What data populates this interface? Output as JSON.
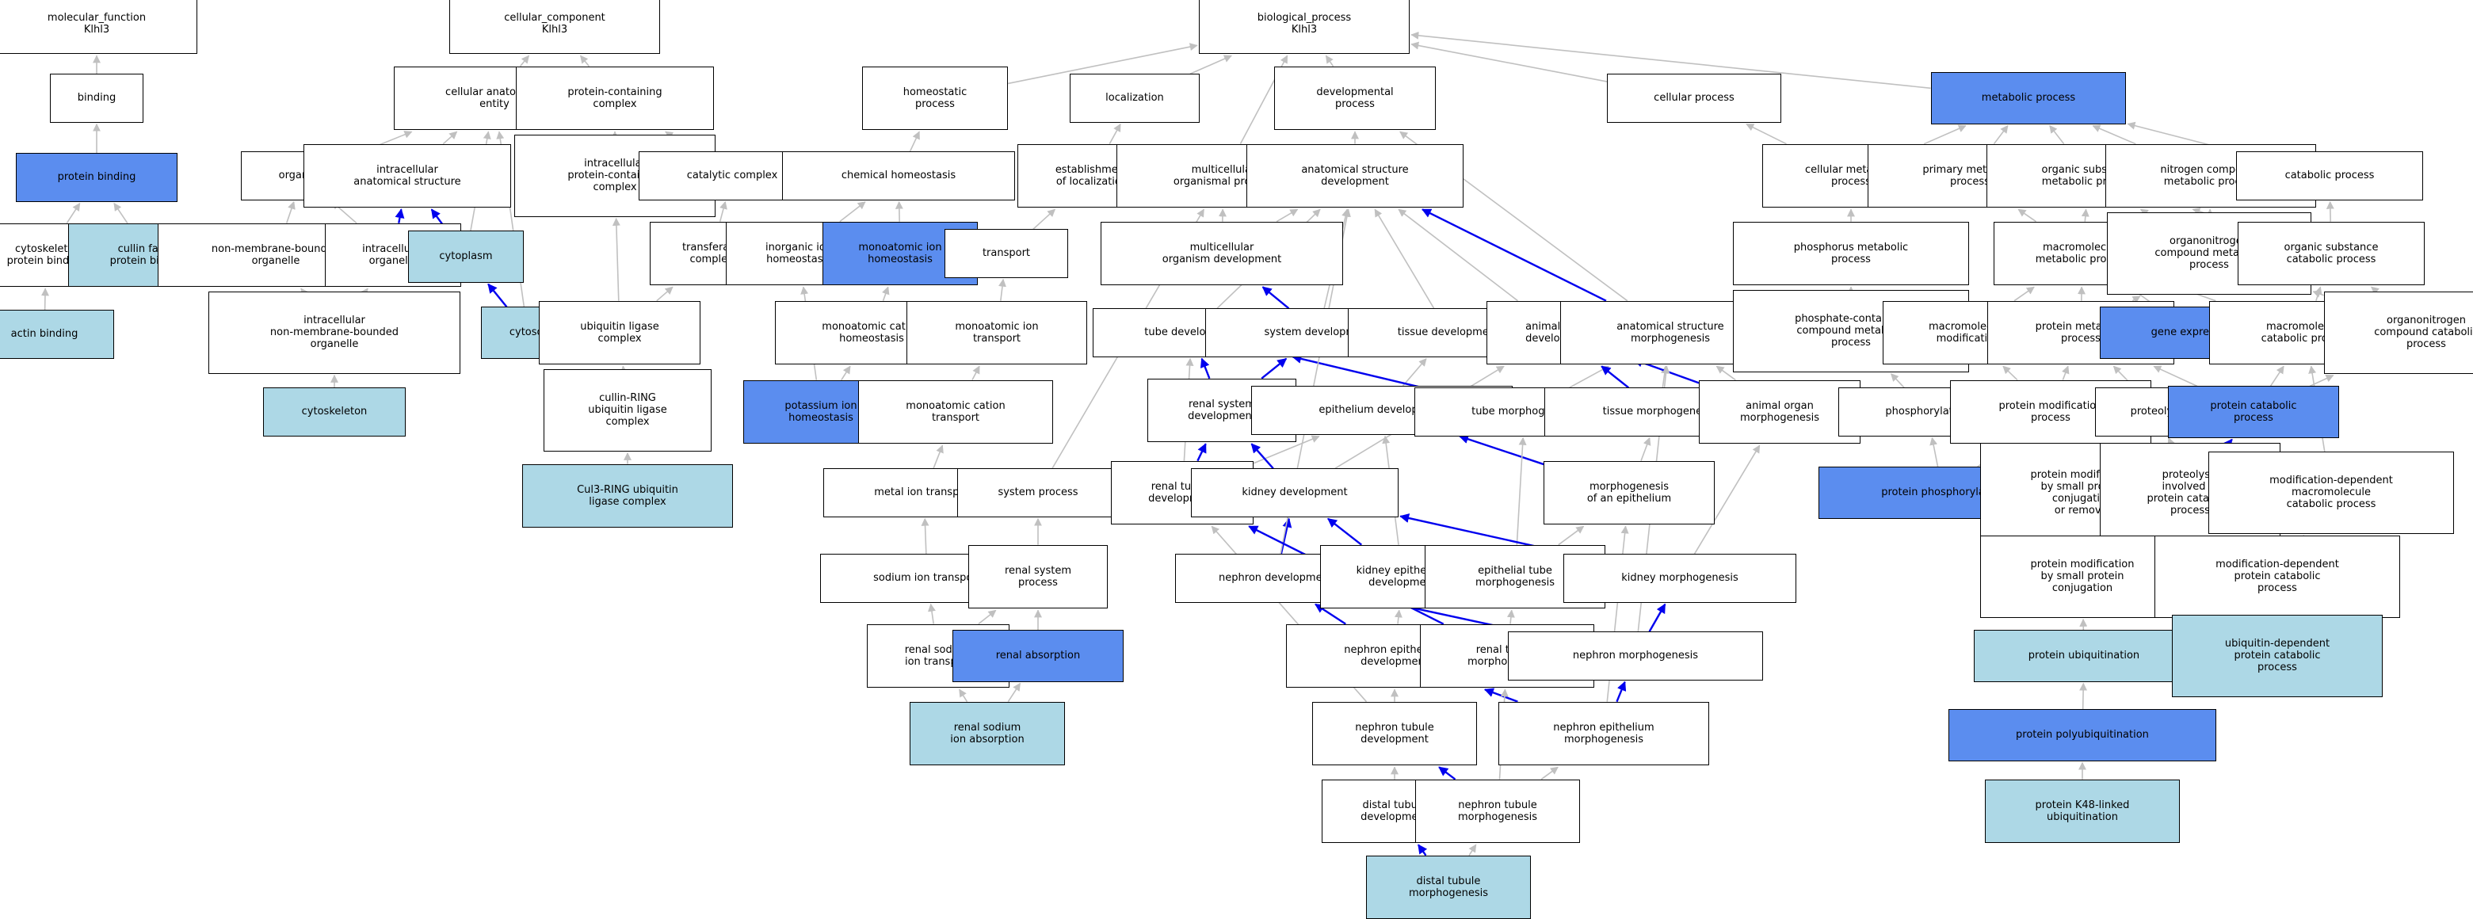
{
  "colors": {
    "plain": "#ffffff",
    "dark": "#5b8def",
    "light": "#add8e6",
    "edge_gray": "#c0c0c0",
    "edge_blue": "#0000ee",
    "border": "#000000"
  },
  "nodes": {
    "mf": {
      "label": "molecular_function\nKlhl3",
      "style": "plain"
    },
    "binding": {
      "label": "binding",
      "style": "plain"
    },
    "protein_binding": {
      "label": "protein binding",
      "style": "dark"
    },
    "cyto_protein_binding": {
      "label": "cytoskeletal\nprotein binding",
      "style": "plain"
    },
    "cullin_binding": {
      "label": "cullin family\nprotein binding",
      "style": "light"
    },
    "actin_binding": {
      "label": "actin binding",
      "style": "light"
    },
    "cc": {
      "label": "cellular_component\nKlhl3",
      "style": "plain"
    },
    "cae": {
      "label": "cellular anatomical\nentity",
      "style": "plain"
    },
    "pcc": {
      "label": "protein-containing\ncomplex",
      "style": "plain"
    },
    "organelle": {
      "label": "organelle",
      "style": "plain"
    },
    "ias": {
      "label": "intracellular\nanatomical structure",
      "style": "plain"
    },
    "nmbo": {
      "label": "non-membrane-bounded\norganelle",
      "style": "plain"
    },
    "io": {
      "label": "intracellular\norganelle",
      "style": "plain"
    },
    "cytoplasm": {
      "label": "cytoplasm",
      "style": "light"
    },
    "inmbo": {
      "label": "intracellular\nnon-membrane-bounded\norganelle",
      "style": "plain"
    },
    "cytosol": {
      "label": "cytosol",
      "style": "light"
    },
    "cytoskeleton": {
      "label": "cytoskeleton",
      "style": "light"
    },
    "ipcc": {
      "label": "intracellular\nprotein-containing\ncomplex",
      "style": "plain"
    },
    "catalytic": {
      "label": "catalytic complex",
      "style": "plain"
    },
    "transferase": {
      "label": "transferase\ncomplex",
      "style": "plain"
    },
    "ubl_complex": {
      "label": "ubiquitin ligase\ncomplex",
      "style": "plain"
    },
    "cullin_ring": {
      "label": "cullin-RING\nubiquitin ligase\ncomplex",
      "style": "plain"
    },
    "cul3": {
      "label": "Cul3-RING ubiquitin\nligase complex",
      "style": "light"
    },
    "bp": {
      "label": "biological_process\nKlhl3",
      "style": "plain"
    },
    "homeostatic": {
      "label": "homeostatic\nprocess",
      "style": "plain"
    },
    "localization": {
      "label": "localization",
      "style": "plain"
    },
    "developmental": {
      "label": "developmental\nprocess",
      "style": "plain"
    },
    "cellular_process": {
      "label": "cellular process",
      "style": "plain"
    },
    "metabolic": {
      "label": "metabolic process",
      "style": "dark"
    },
    "chem_homeo": {
      "label": "chemical homeostasis",
      "style": "plain"
    },
    "est_loc": {
      "label": "establishment\nof localization",
      "style": "plain"
    },
    "multi_org": {
      "label": "multicellular\norganismal process",
      "style": "plain"
    },
    "asd": {
      "label": "anatomical structure\ndevelopment",
      "style": "plain"
    },
    "cell_metab": {
      "label": "cellular metabolic\nprocess",
      "style": "plain"
    },
    "prim_metab": {
      "label": "primary metabolic\nprocess",
      "style": "plain"
    },
    "osmp": {
      "label": "organic substance\nmetabolic process",
      "style": "plain"
    },
    "ncmp": {
      "label": "nitrogen compound\nmetabolic process",
      "style": "plain"
    },
    "catabolic": {
      "label": "catabolic process",
      "style": "plain"
    },
    "inorg_ion": {
      "label": "inorganic ion\nhomeostasis",
      "style": "plain"
    },
    "mono_ion_h": {
      "label": "monoatomic ion\nhomeostasis",
      "style": "dark"
    },
    "transport": {
      "label": "transport",
      "style": "plain"
    },
    "mod": {
      "label": "multicellular\norganism development",
      "style": "plain"
    },
    "phos_metab": {
      "label": "phosphorus metabolic\nprocess",
      "style": "plain"
    },
    "macro_metab": {
      "label": "macromolecule\nmetabolic process",
      "style": "plain"
    },
    "orgn_metab": {
      "label": "organonitrogen\ncompound metabolic\nprocess",
      "style": "plain"
    },
    "osc": {
      "label": "organic substance\ncatabolic process",
      "style": "plain"
    },
    "mono_cat_h": {
      "label": "monoatomic cation\nhomeostasis",
      "style": "plain"
    },
    "mono_ion_t": {
      "label": "monoatomic ion\ntransport",
      "style": "plain"
    },
    "tube_dev": {
      "label": "tube development",
      "style": "plain"
    },
    "sys_dev": {
      "label": "system development",
      "style": "plain"
    },
    "tissue_dev": {
      "label": "tissue development",
      "style": "plain"
    },
    "animal_organ_dev": {
      "label": "animal organ\ndevelopment",
      "style": "plain"
    },
    "asm": {
      "label": "anatomical structure\nmorphogenesis",
      "style": "plain"
    },
    "pccmp": {
      "label": "phosphate-containing\ncompound metabolic\nprocess",
      "style": "plain"
    },
    "macro_mod": {
      "label": "macromolecule\nmodification",
      "style": "plain"
    },
    "prot_metab": {
      "label": "protein metabolic\nprocess",
      "style": "plain"
    },
    "gene_expr": {
      "label": "gene expression",
      "style": "dark"
    },
    "macro_cat": {
      "label": "macromolecule\ncatabolic process",
      "style": "plain"
    },
    "orgn_cat": {
      "label": "organonitrogen\ncompound catabolic\nprocess",
      "style": "plain"
    },
    "k_homeo": {
      "label": "potassium ion\nhomeostasis",
      "style": "dark"
    },
    "mono_cat_t": {
      "label": "monoatomic cation\ntransport",
      "style": "plain"
    },
    "renal_sys_dev": {
      "label": "renal system\ndevelopment",
      "style": "plain"
    },
    "epi_dev": {
      "label": "epithelium development",
      "style": "plain"
    },
    "tube_morph": {
      "label": "tube morphogenesis",
      "style": "plain"
    },
    "tissue_morph": {
      "label": "tissue morphogenesis",
      "style": "plain"
    },
    "animal_organ_morph": {
      "label": "animal organ\nmorphogenesis",
      "style": "plain"
    },
    "phosphorylation": {
      "label": "phosphorylation",
      "style": "plain"
    },
    "prot_mod": {
      "label": "protein modification\nprocess",
      "style": "plain"
    },
    "proteolysis": {
      "label": "proteolysis",
      "style": "plain"
    },
    "prot_cat": {
      "label": "protein catabolic\nprocess",
      "style": "dark"
    },
    "metal_ion_t": {
      "label": "metal ion transport",
      "style": "plain"
    },
    "sys_proc": {
      "label": "system process",
      "style": "plain"
    },
    "renal_tubule_dev": {
      "label": "renal tubule\ndevelopment",
      "style": "plain"
    },
    "kidney_dev": {
      "label": "kidney development",
      "style": "plain"
    },
    "morph_epi": {
      "label": "morphogenesis\nof an epithelium",
      "style": "plain"
    },
    "prot_phos": {
      "label": "protein phosphorylation",
      "style": "dark"
    },
    "pmsp": {
      "label": "protein modification\nby small protein\nconjugation\nor removal",
      "style": "plain"
    },
    "prot_icp": {
      "label": "proteolysis\ninvolved in\nprotein catabolic\nprocess",
      "style": "plain"
    },
    "mod_dep_macro": {
      "label": "modification-dependent\nmacromolecule\ncatabolic process",
      "style": "plain"
    },
    "na_ion_t": {
      "label": "sodium ion transport",
      "style": "plain"
    },
    "renal_sys_proc": {
      "label": "renal system\nprocess",
      "style": "plain"
    },
    "nephron_dev": {
      "label": "nephron development",
      "style": "plain"
    },
    "kidney_epi_dev": {
      "label": "kidney epithelium\ndevelopment",
      "style": "plain"
    },
    "epi_tube_morph": {
      "label": "epithelial tube\nmorphogenesis",
      "style": "plain"
    },
    "kidney_morph": {
      "label": "kidney morphogenesis",
      "style": "plain"
    },
    "pmsc": {
      "label": "protein modification\nby small protein\nconjugation",
      "style": "plain"
    },
    "mod_dep_prot": {
      "label": "modification-dependent\nprotein catabolic\nprocess",
      "style": "plain"
    },
    "renal_na_t": {
      "label": "renal sodium\nion transport",
      "style": "plain"
    },
    "renal_abs": {
      "label": "renal absorption",
      "style": "dark"
    },
    "nephron_epi_dev": {
      "label": "nephron epithelium\ndevelopment",
      "style": "plain"
    },
    "renal_tubule_morph": {
      "label": "renal tubule\nmorphogenesis",
      "style": "plain"
    },
    "nephron_morph": {
      "label": "nephron morphogenesis",
      "style": "plain"
    },
    "prot_ubiq": {
      "label": "protein ubiquitination",
      "style": "light"
    },
    "ubiq_dep": {
      "label": "ubiquitin-dependent\nprotein catabolic\nprocess",
      "style": "light"
    },
    "renal_na_abs": {
      "label": "renal sodium\nion absorption",
      "style": "light"
    },
    "nephron_tubule_dev": {
      "label": "nephron tubule\ndevelopment",
      "style": "plain"
    },
    "nephron_epi_morph": {
      "label": "nephron epithelium\nmorphogenesis",
      "style": "plain"
    },
    "prot_polyubiq": {
      "label": "protein polyubiquitination",
      "style": "dark"
    },
    "distal_tubule_dev": {
      "label": "distal tubule\ndevelopment",
      "style": "plain"
    },
    "nephron_tubule_morph": {
      "label": "nephron tubule\nmorphogenesis",
      "style": "plain"
    },
    "k48": {
      "label": "protein K48-linked\nubiquitination",
      "style": "light"
    },
    "distal_tubule_morph": {
      "label": "distal tubule\nmorphogenesis",
      "style": "light"
    }
  },
  "edges": [
    [
      "binding",
      "mf",
      "gray"
    ],
    [
      "protein_binding",
      "binding",
      "gray"
    ],
    [
      "cyto_protein_binding",
      "protein_binding",
      "gray"
    ],
    [
      "cullin_binding",
      "protein_binding",
      "gray"
    ],
    [
      "actin_binding",
      "cyto_protein_binding",
      "gray"
    ],
    [
      "cae",
      "cc",
      "gray"
    ],
    [
      "pcc",
      "cc",
      "gray"
    ],
    [
      "organelle",
      "cae",
      "gray"
    ],
    [
      "ias",
      "cae",
      "gray"
    ],
    [
      "cytoplasm",
      "cae",
      "gray"
    ],
    [
      "cytosol",
      "cae",
      "gray"
    ],
    [
      "nmbo",
      "organelle",
      "gray"
    ],
    [
      "io",
      "organelle",
      "gray"
    ],
    [
      "io",
      "ias",
      "blue"
    ],
    [
      "cytoplasm",
      "ias",
      "blue"
    ],
    [
      "inmbo",
      "nmbo",
      "gray"
    ],
    [
      "inmbo",
      "io",
      "gray"
    ],
    [
      "cytosol",
      "cytoplasm",
      "blue"
    ],
    [
      "cytoskeleton",
      "inmbo",
      "gray"
    ],
    [
      "ipcc",
      "pcc",
      "gray"
    ],
    [
      "catalytic",
      "pcc",
      "gray"
    ],
    [
      "transferase",
      "catalytic",
      "gray"
    ],
    [
      "ubl_complex",
      "ipcc",
      "gray"
    ],
    [
      "ubl_complex",
      "transferase",
      "gray"
    ],
    [
      "cullin_ring",
      "ubl_complex",
      "gray"
    ],
    [
      "cul3",
      "cullin_ring",
      "gray"
    ],
    [
      "homeostatic",
      "bp",
      "gray"
    ],
    [
      "localization",
      "bp",
      "gray"
    ],
    [
      "developmental",
      "bp",
      "gray"
    ],
    [
      "cellular_process",
      "bp",
      "gray"
    ],
    [
      "metabolic",
      "bp",
      "gray"
    ],
    [
      "multi_org",
      "bp",
      "gray"
    ],
    [
      "chem_homeo",
      "homeostatic",
      "gray"
    ],
    [
      "est_loc",
      "localization",
      "gray"
    ],
    [
      "asd",
      "developmental",
      "gray"
    ],
    [
      "cell_metab",
      "metabolic",
      "gray"
    ],
    [
      "cell_metab",
      "cellular_process",
      "gray"
    ],
    [
      "prim_metab",
      "metabolic",
      "gray"
    ],
    [
      "osmp",
      "metabolic",
      "gray"
    ],
    [
      "ncmp",
      "metabolic",
      "gray"
    ],
    [
      "catabolic",
      "metabolic",
      "gray"
    ],
    [
      "inorg_ion",
      "chem_homeo",
      "gray"
    ],
    [
      "mono_ion_h",
      "chem_homeo",
      "gray"
    ],
    [
      "transport",
      "est_loc",
      "gray"
    ],
    [
      "mod",
      "multi_org",
      "gray"
    ],
    [
      "mod",
      "asd",
      "gray"
    ],
    [
      "phos_metab",
      "cell_metab",
      "gray"
    ],
    [
      "macro_metab",
      "prim_metab",
      "gray"
    ],
    [
      "macro_metab",
      "osmp",
      "gray"
    ],
    [
      "orgn_metab",
      "osmp",
      "gray"
    ],
    [
      "orgn_metab",
      "ncmp",
      "gray"
    ],
    [
      "osc",
      "catabolic",
      "gray"
    ],
    [
      "osc",
      "osmp",
      "gray"
    ],
    [
      "mono_cat_h",
      "mono_ion_h",
      "gray"
    ],
    [
      "mono_ion_t",
      "transport",
      "gray"
    ],
    [
      "tube_dev",
      "asd",
      "gray"
    ],
    [
      "sys_dev",
      "mod",
      "blue"
    ],
    [
      "sys_dev",
      "asd",
      "gray"
    ],
    [
      "tissue_dev",
      "asd",
      "gray"
    ],
    [
      "animal_organ_dev",
      "asd",
      "gray"
    ],
    [
      "asm",
      "asd",
      "blue"
    ],
    [
      "asm",
      "developmental",
      "gray"
    ],
    [
      "pccmp",
      "phos_metab",
      "gray"
    ],
    [
      "macro_mod",
      "macro_metab",
      "gray"
    ],
    [
      "prot_metab",
      "macro_metab",
      "gray"
    ],
    [
      "prot_metab",
      "orgn_metab",
      "gray"
    ],
    [
      "gene_expr",
      "macro_metab",
      "gray"
    ],
    [
      "macro_cat",
      "macro_metab",
      "gray"
    ],
    [
      "macro_cat",
      "osc",
      "gray"
    ],
    [
      "orgn_cat",
      "orgn_metab",
      "gray"
    ],
    [
      "orgn_cat",
      "osc",
      "gray"
    ],
    [
      "k_homeo",
      "mono_cat_h",
      "gray"
    ],
    [
      "k_homeo",
      "inorg_ion",
      "gray"
    ],
    [
      "mono_cat_t",
      "mono_ion_t",
      "gray"
    ],
    [
      "renal_sys_dev",
      "tube_dev",
      "blue"
    ],
    [
      "renal_sys_dev",
      "sys_dev",
      "blue"
    ],
    [
      "epi_dev",
      "tissue_dev",
      "gray"
    ],
    [
      "tube_morph",
      "tube_dev",
      "blue"
    ],
    [
      "tube_morph",
      "asm",
      "gray"
    ],
    [
      "tissue_morph",
      "asm",
      "gray"
    ],
    [
      "tissue_morph",
      "animal_organ_dev",
      "blue"
    ],
    [
      "animal_organ_morph",
      "animal_organ_dev",
      "blue"
    ],
    [
      "animal_organ_morph",
      "asm",
      "gray"
    ],
    [
      "phosphorylation",
      "pccmp",
      "gray"
    ],
    [
      "prot_mod",
      "macro_mod",
      "gray"
    ],
    [
      "prot_mod",
      "prot_metab",
      "gray"
    ],
    [
      "proteolysis",
      "prot_metab",
      "gray"
    ],
    [
      "prot_cat",
      "prot_metab",
      "gray"
    ],
    [
      "prot_cat",
      "macro_cat",
      "gray"
    ],
    [
      "prot_cat",
      "orgn_cat",
      "gray"
    ],
    [
      "metal_ion_t",
      "mono_cat_t",
      "gray"
    ],
    [
      "sys_proc",
      "multi_org",
      "gray"
    ],
    [
      "renal_tubule_dev",
      "renal_sys_dev",
      "blue"
    ],
    [
      "renal_tubule_dev",
      "epi_dev",
      "gray"
    ],
    [
      "renal_tubule_dev",
      "tube_dev",
      "gray"
    ],
    [
      "kidney_dev",
      "renal_sys_dev",
      "blue"
    ],
    [
      "kidney_dev",
      "animal_organ_dev",
      "gray"
    ],
    [
      "morph_epi",
      "epi_dev",
      "blue"
    ],
    [
      "morph_epi",
      "tissue_morph",
      "gray"
    ],
    [
      "prot_phos",
      "phosphorylation",
      "gray"
    ],
    [
      "prot_phos",
      "prot_mod",
      "gray"
    ],
    [
      "pmsp",
      "prot_mod",
      "gray"
    ],
    [
      "prot_icp",
      "prot_cat",
      "blue"
    ],
    [
      "prot_icp",
      "proteolysis",
      "gray"
    ],
    [
      "mod_dep_macro",
      "macro_cat",
      "gray"
    ],
    [
      "na_ion_t",
      "metal_ion_t",
      "gray"
    ],
    [
      "renal_sys_proc",
      "sys_proc",
      "gray"
    ],
    [
      "nephron_dev",
      "kidney_dev",
      "blue"
    ],
    [
      "nephron_dev",
      "asd",
      "gray"
    ],
    [
      "kidney_epi_dev",
      "kidney_dev",
      "blue"
    ],
    [
      "kidney_epi_dev",
      "epi_dev",
      "gray"
    ],
    [
      "epi_tube_morph",
      "tube_morph",
      "gray"
    ],
    [
      "epi_tube_morph",
      "morph_epi",
      "gray"
    ],
    [
      "kidney_morph",
      "kidney_dev",
      "blue"
    ],
    [
      "kidney_morph",
      "animal_organ_morph",
      "gray"
    ],
    [
      "pmsc",
      "pmsp",
      "gray"
    ],
    [
      "mod_dep_prot",
      "prot_icp",
      "gray"
    ],
    [
      "mod_dep_prot",
      "mod_dep_macro",
      "gray"
    ],
    [
      "renal_na_t",
      "na_ion_t",
      "gray"
    ],
    [
      "renal_na_t",
      "renal_sys_proc",
      "gray"
    ],
    [
      "renal_abs",
      "renal_sys_proc",
      "gray"
    ],
    [
      "nephron_epi_dev",
      "nephron_dev",
      "blue"
    ],
    [
      "nephron_epi_dev",
      "kidney_epi_dev",
      "gray"
    ],
    [
      "renal_tubule_morph",
      "epi_tube_morph",
      "gray"
    ],
    [
      "renal_tubule_morph",
      "renal_tubule_dev",
      "blue"
    ],
    [
      "nephron_morph",
      "nephron_dev",
      "blue"
    ],
    [
      "nephron_morph",
      "kidney_morph",
      "blue"
    ],
    [
      "nephron_morph",
      "asm",
      "gray"
    ],
    [
      "prot_ubiq",
      "pmsc",
      "gray"
    ],
    [
      "ubiq_dep",
      "mod_dep_prot",
      "gray"
    ],
    [
      "renal_na_abs",
      "renal_na_t",
      "gray"
    ],
    [
      "renal_na_abs",
      "renal_abs",
      "gray"
    ],
    [
      "nephron_tubule_dev",
      "nephron_epi_dev",
      "gray"
    ],
    [
      "nephron_tubule_dev",
      "renal_tubule_dev",
      "gray"
    ],
    [
      "nephron_epi_morph",
      "nephron_epi_dev",
      "blue"
    ],
    [
      "nephron_epi_morph",
      "nephron_morph",
      "blue"
    ],
    [
      "nephron_epi_morph",
      "morph_epi",
      "gray"
    ],
    [
      "prot_polyubiq",
      "prot_ubiq",
      "gray"
    ],
    [
      "distal_tubule_dev",
      "nephron_tubule_dev",
      "gray"
    ],
    [
      "nephron_tubule_morph",
      "nephron_tubule_dev",
      "blue"
    ],
    [
      "nephron_tubule_morph",
      "renal_tubule_morph",
      "gray"
    ],
    [
      "nephron_tubule_morph",
      "nephron_epi_morph",
      "gray"
    ],
    [
      "k48",
      "prot_polyubiq",
      "gray"
    ],
    [
      "distal_tubule_morph",
      "distal_tubule_dev",
      "blue"
    ],
    [
      "distal_tubule_morph",
      "nephron_tubule_morph",
      "gray"
    ]
  ]
}
